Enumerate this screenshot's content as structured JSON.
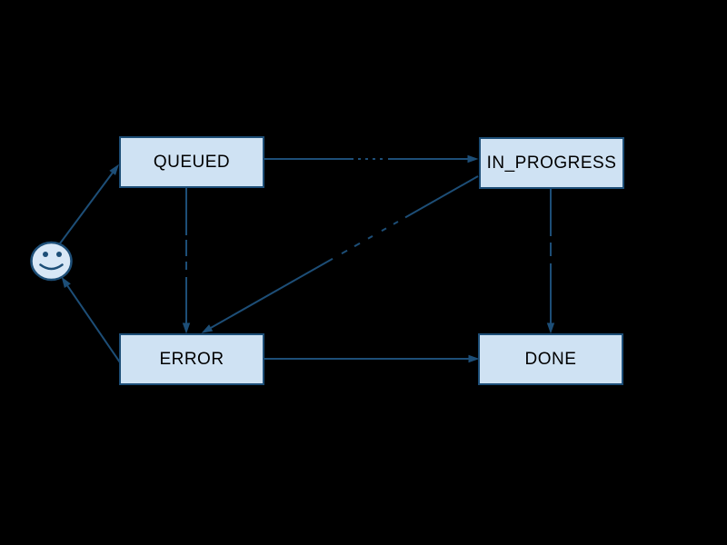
{
  "diagram": {
    "type": "state-machine-graph",
    "colors": {
      "background": "#000000",
      "stroke": "#1d4e77",
      "node_fill": "#cfe2f3",
      "node_text": "#000000",
      "smiley_fill": "#d8e7f6"
    },
    "start_marker": "smiley-face",
    "nodes": [
      {
        "id": "queued",
        "label": "QUEUED"
      },
      {
        "id": "in_progress",
        "label": "IN_PROGRESS"
      },
      {
        "id": "error",
        "label": "ERROR"
      },
      {
        "id": "done",
        "label": "DONE"
      }
    ],
    "edges": [
      {
        "from": "start",
        "to": "queued",
        "label_visible": false
      },
      {
        "from": "queued",
        "to": "in_progress",
        "label_visible": false,
        "label_illegible": true
      },
      {
        "from": "queued",
        "to": "error",
        "label_visible": false,
        "label_illegible": true
      },
      {
        "from": "in_progress",
        "to": "error",
        "label_visible": false,
        "label_illegible": true
      },
      {
        "from": "in_progress",
        "to": "done",
        "label_visible": false,
        "label_illegible": true
      },
      {
        "from": "error",
        "to": "done",
        "label_visible": false
      },
      {
        "from": "error",
        "to": "start",
        "label_visible": false
      }
    ]
  }
}
